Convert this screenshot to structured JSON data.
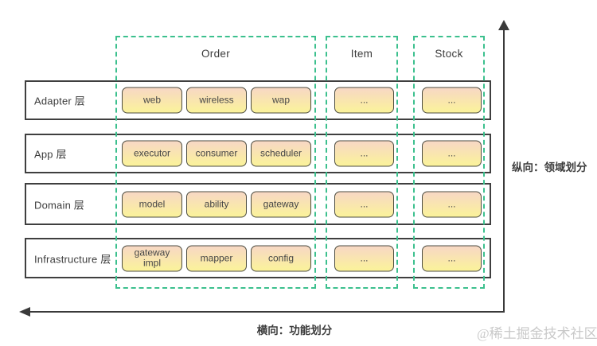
{
  "columns": [
    {
      "label": "Order"
    },
    {
      "label": "Item"
    },
    {
      "label": "Stock"
    }
  ],
  "rows": [
    {
      "label": "Adapter 层",
      "boxes": [
        "web",
        "wireless",
        "wap"
      ],
      "item": "...",
      "stock": "..."
    },
    {
      "label": "App 层",
      "boxes": [
        "executor",
        "consumer",
        "scheduler"
      ],
      "item": "...",
      "stock": "..."
    },
    {
      "label": "Domain 层",
      "boxes": [
        "model",
        "ability",
        "gateway"
      ],
      "item": "...",
      "stock": "..."
    },
    {
      "label": "Infrastructure 层",
      "boxes": [
        "gateway impl",
        "mapper",
        "config"
      ],
      "item": "...",
      "stock": "..."
    }
  ],
  "axes": {
    "vertical_label": "纵向：领域划分",
    "horizontal_label": "横向：功能划分"
  },
  "watermark": "@稀土掘金技术社区",
  "colors": {
    "dashed_column_green": "#3cc08e",
    "box_border": "#4c4c40",
    "box_gradient_top": "#f7d7c5",
    "box_gradient_bottom": "#fbf39a",
    "row_border": "#3f3f3f",
    "axis_line": "#3a3a3a",
    "watermark_gray": "#c9c9c9"
  }
}
